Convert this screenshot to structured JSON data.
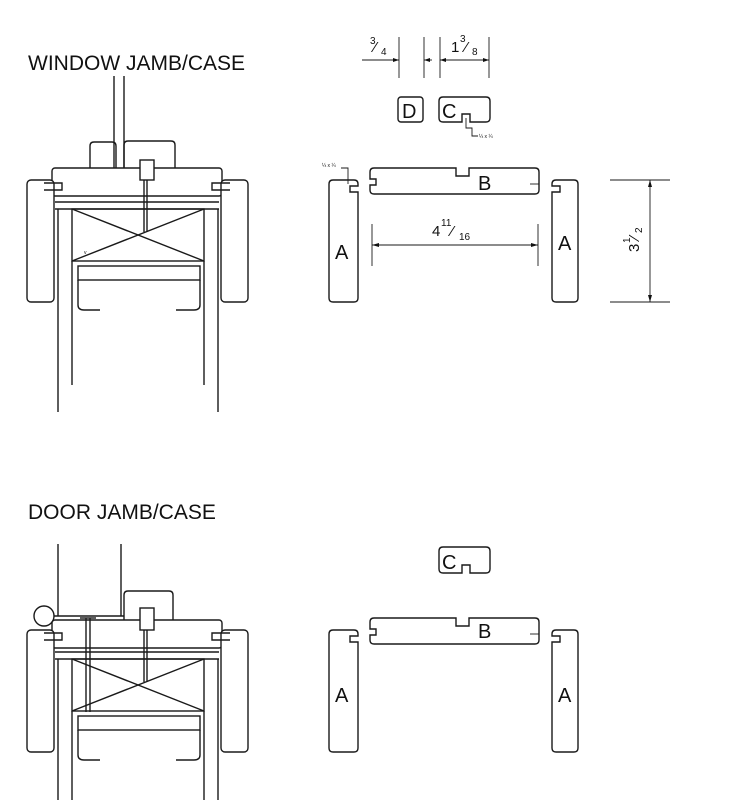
{
  "window": {
    "title": "WINDOW JAMB/CASE",
    "labels": {
      "a_left": "A",
      "a_right": "A",
      "b": "B",
      "c": "C",
      "d": "D"
    },
    "dims": {
      "d_width": {
        "num": "3",
        "den": "4"
      },
      "c_width": {
        "whole": "1",
        "num": "3",
        "den": "8"
      },
      "span": {
        "whole": "4",
        "num": "11",
        "den": "16"
      },
      "height": {
        "whole": "3",
        "num": "1",
        "den": "2"
      }
    },
    "groove_note": "¼ x ¼",
    "groove_note_b": "¼ x ¼"
  },
  "door": {
    "title": "DOOR JAMB/CASE",
    "labels": {
      "a_left": "A",
      "a_right": "A",
      "b": "B",
      "c": "C"
    }
  }
}
